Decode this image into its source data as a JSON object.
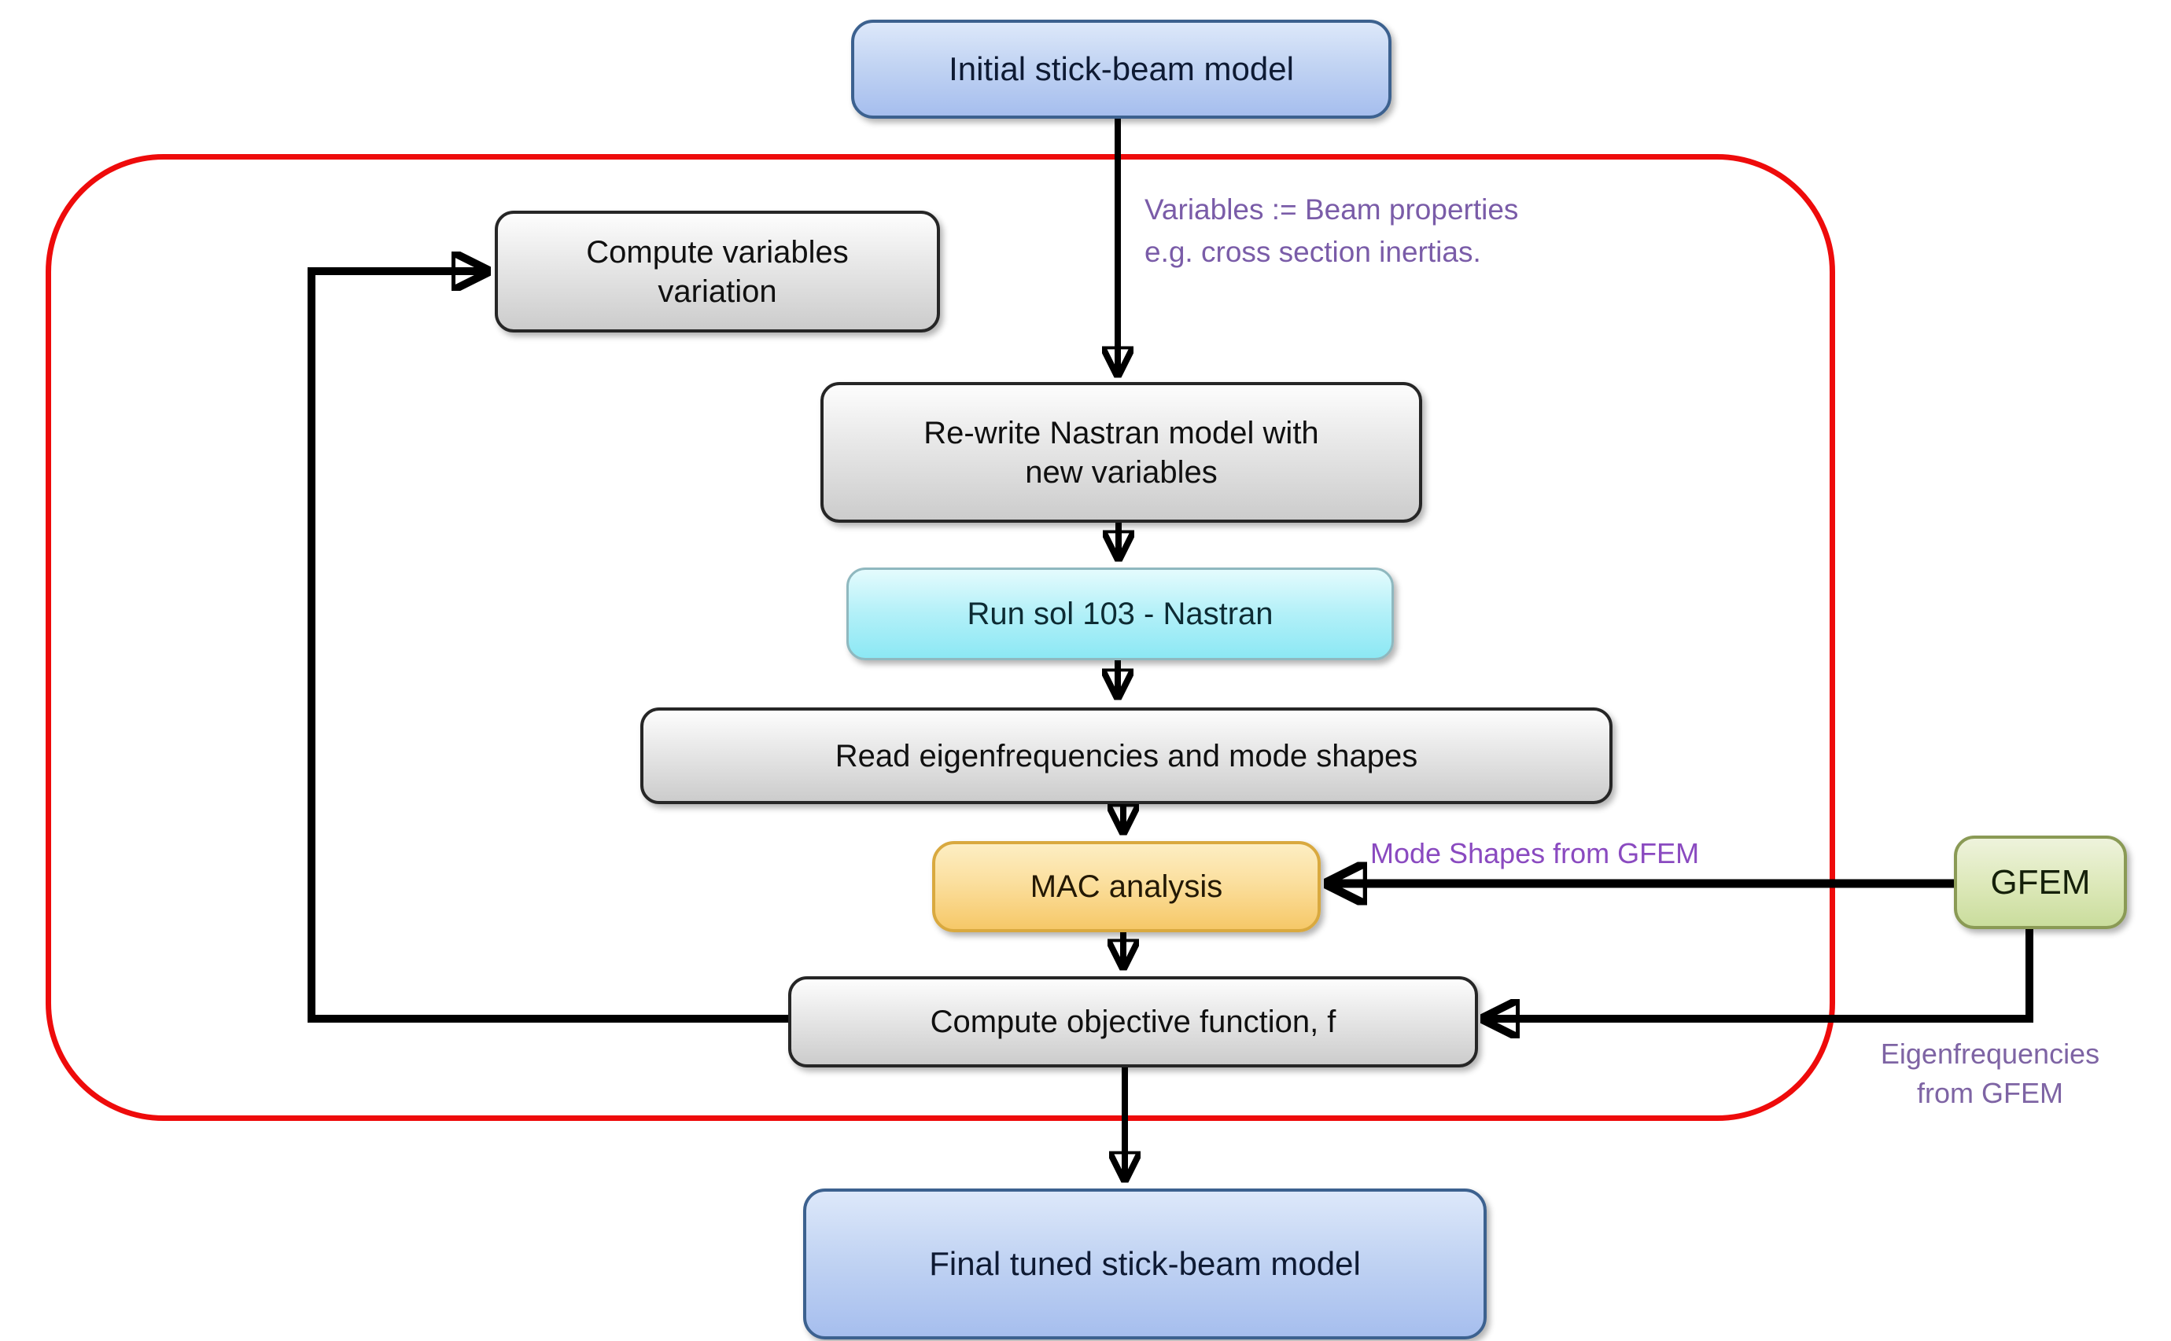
{
  "nodes": {
    "initial": {
      "label": "Initial stick-beam model"
    },
    "compute_vars": {
      "label": "Compute variables\nvariation"
    },
    "rewrite": {
      "label": "Re-write Nastran model with\nnew variables"
    },
    "run_sol": {
      "label": "Run sol 103 - Nastran"
    },
    "read_eigen": {
      "label": "Read eigenfrequencies and mode shapes"
    },
    "mac": {
      "label": "MAC analysis"
    },
    "compute_obj": {
      "label": "Compute objective function, f"
    },
    "gfem": {
      "label": "GFEM"
    },
    "final": {
      "label": "Final tuned stick-beam model"
    }
  },
  "annotations": {
    "variables_note": "Variables := Beam properties\ne.g. cross section inertias.",
    "mode_shapes_note": "Mode Shapes from GFEM",
    "eigenfrequencies_note": "Eigenfrequencies\nfrom GFEM"
  },
  "colors": {
    "loop_border_red": "#ee0b0b",
    "annotation_purple": "#7a5ca8",
    "mode_shapes_purple": "#8a4ac0",
    "eigenfrequencies_purple": "#7e64a4",
    "node_blue_fill": "#c2d4f3",
    "node_blue_border": "#3c618f",
    "node_gray_fill": "#d9d9d9",
    "node_gray_border": "#262626",
    "node_cyan_fill": "#9fe9f4",
    "node_orange_fill": "#f9d689",
    "node_orange_border": "#d9a93f",
    "node_green_fill": "#d9e6b2",
    "node_green_border": "#8a9a55",
    "arrow_black": "#000000"
  }
}
